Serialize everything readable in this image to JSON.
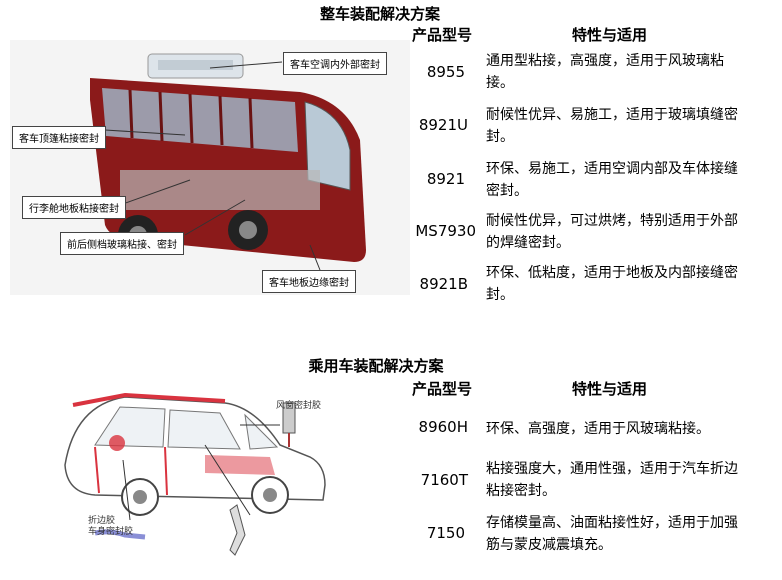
{
  "section1": {
    "title": "整车装配解决方案",
    "col_model": "产品型号",
    "col_feature": "特性与适用",
    "callouts": [
      "客车空调内外部密封",
      "客车顶篷粘接密封",
      "行李舱地板粘接密封",
      "前后侧档玻璃粘接、密封",
      "客车地板边缘密封"
    ],
    "rows": [
      {
        "model": "8955",
        "feature": "通用型粘接，高强度，适用于风玻璃粘接。"
      },
      {
        "model": "8921U",
        "feature": "耐候性优异、易施工，适用于玻璃填缝密封。"
      },
      {
        "model": "8921",
        "feature": "环保、易施工，适用空调内部及车体接缝密封。"
      },
      {
        "model": "MS7930",
        "feature": "耐候性优异，可过烘烤，特别适用于外部的焊缝密封。"
      },
      {
        "model": "8921B",
        "feature": "环保、低粘度，适用于地板及内部接缝密封。"
      }
    ]
  },
  "section2": {
    "title": "乘用车装配解决方案",
    "col_model": "产品型号",
    "col_feature": "特性与适用",
    "labels": [
      "风窗密封胶",
      "折边胶",
      "车身密封胶"
    ],
    "rows": [
      {
        "model": "8960H",
        "feature": "环保、高强度，适用于风玻璃粘接。"
      },
      {
        "model": "7160T",
        "feature": "粘接强度大，通用性强，适用于汽车折边粘接密封。"
      },
      {
        "model": "7150",
        "feature": "存储模量高、油面粘接性好，适用于加强筋与蒙皮减震填充。"
      }
    ]
  },
  "colors": {
    "bus_body": "#8b1a1a",
    "accent_red": "#d9333f"
  }
}
